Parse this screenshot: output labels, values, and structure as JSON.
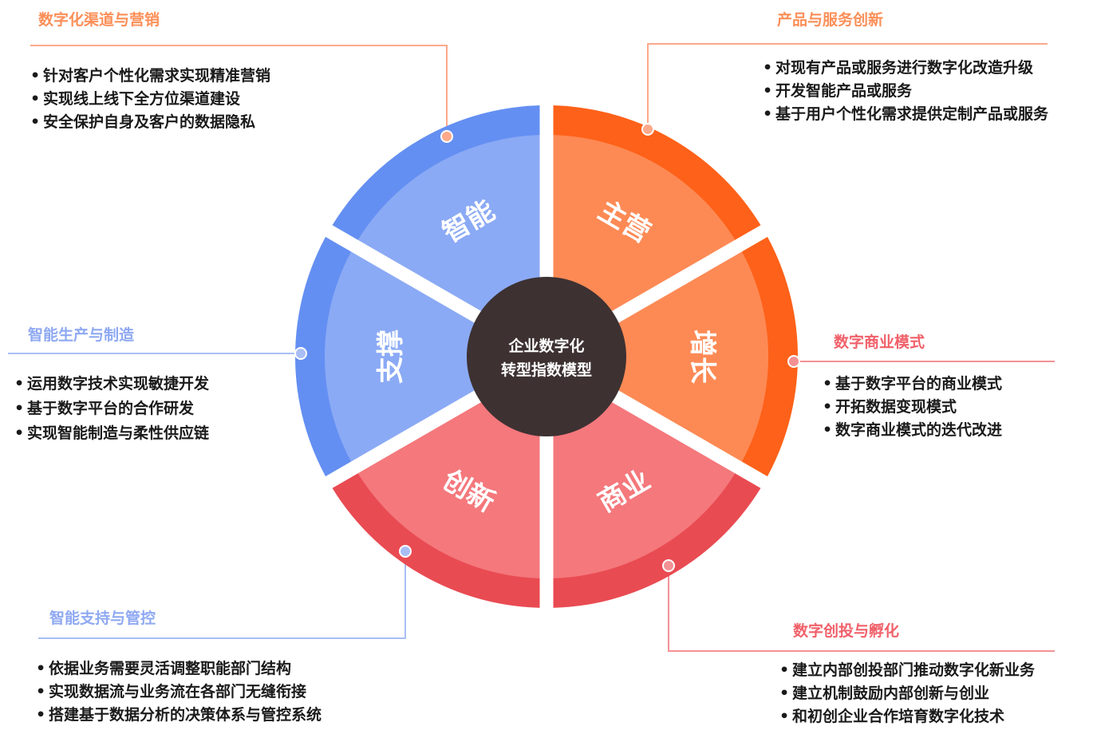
{
  "colors": {
    "orange_outer": "#FE6119",
    "orange_inner": "#FD8A55",
    "blue_outer": "#648FF2",
    "blue_inner": "#8BAAF5",
    "red_outer": "#E94B52",
    "red_inner": "#F4787C",
    "center": "#3D3132",
    "title_orange": "#FB8F58",
    "title_blue": "#8FA9F2",
    "title_red": "#F0616A",
    "line_orange": "#FDA98A",
    "line_blue": "#A9BEF6",
    "line_red": "#F39195"
  },
  "center": {
    "line1": "企业数字化",
    "line2": "转型指数模型"
  },
  "segments": [
    {
      "label": "主营",
      "color": "orange"
    },
    {
      "label": "增长",
      "color": "orange"
    },
    {
      "label": "商业",
      "color": "red"
    },
    {
      "label": "创新",
      "color": "red"
    },
    {
      "label": "支撑",
      "color": "blue"
    },
    {
      "label": "智能",
      "color": "blue"
    }
  ],
  "sections": {
    "marketing": {
      "title": "数字化渠道与营销",
      "items": [
        "针对客户个性化需求实现精准营销",
        "实现线上线下全方位渠道建设",
        "安全保护自身及客户的数据隐私"
      ]
    },
    "product": {
      "title": "产品与服务创新",
      "items": [
        "对现有产品或服务进行数字化改造升级",
        "开发智能产品或服务",
        "基于用户个性化需求提供定制产品或服务"
      ]
    },
    "manufacturing": {
      "title": "智能生产与制造",
      "items": [
        "运用数字技术实现敏捷开发",
        "基于数字平台的合作研发",
        "实现智能制造与柔性供应链"
      ]
    },
    "business_model": {
      "title": "数字商业模式",
      "items": [
        "基于数字平台的商业模式",
        "开拓数据变现模式",
        "数字商业模式的迭代改进"
      ]
    },
    "support": {
      "title": "智能支持与管控",
      "items": [
        "依据业务需要灵活调整职能部门结构",
        "实现数据流与业务流在各部门无缝衔接",
        "搭建基于数据分析的决策体系与管控系统"
      ]
    },
    "venture": {
      "title": "数字创投与孵化",
      "items": [
        "建立内部创投部门推动数字化新业务",
        "建立机制鼓励内部创新与创业",
        "和初创企业合作培育数字化技术"
      ]
    }
  }
}
